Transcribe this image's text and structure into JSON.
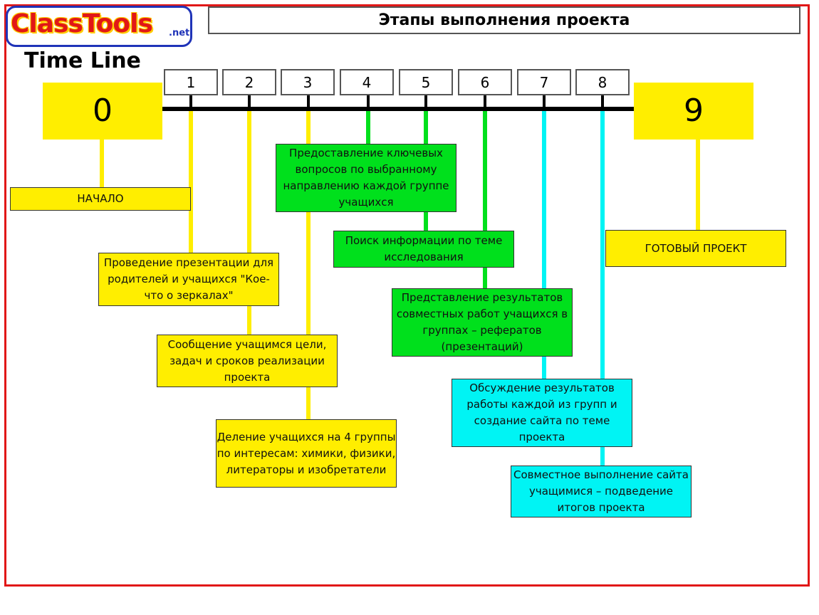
{
  "logo": {
    "main": "ClassTools",
    "suffix": ".net"
  },
  "subtitle": "Time Line",
  "title": "Этапы выполнения проекта",
  "start_label": "0",
  "end_label": "9",
  "ticks": [
    "1",
    "2",
    "3",
    "4",
    "5",
    "6",
    "7",
    "8"
  ],
  "events": {
    "start": "НАЧАЛО",
    "e1": "Проведение презентации для родителей и учащихся \"Кое-что о зеркалах\"",
    "e2": "Сообщение учащимся цели, задач и сроков реализации проекта",
    "e3": "Деление учащихся на 4 группы по интересам: химики, физики, литераторы и изобретатели",
    "e4": "Предоставление ключевых вопросов по выбранному направлению каждой группе учащихся",
    "e5": "Поиск информации по теме исследования",
    "e6": "Представление результатов совместных работ учащихся в группах – рефератов (презентаций)",
    "e7": "Обсуждение результатов работы каждой из групп и создание сайта по теме проекта",
    "e8": "Совместное выполнение сайта учащимися – подведение итогов проекта",
    "end": "ГОТОВЫЙ ПРОЕКТ"
  },
  "colors": {
    "yellow": "#ffee00",
    "green": "#00e01c",
    "cyan": "#00f4f4",
    "frame": "#e11717"
  }
}
